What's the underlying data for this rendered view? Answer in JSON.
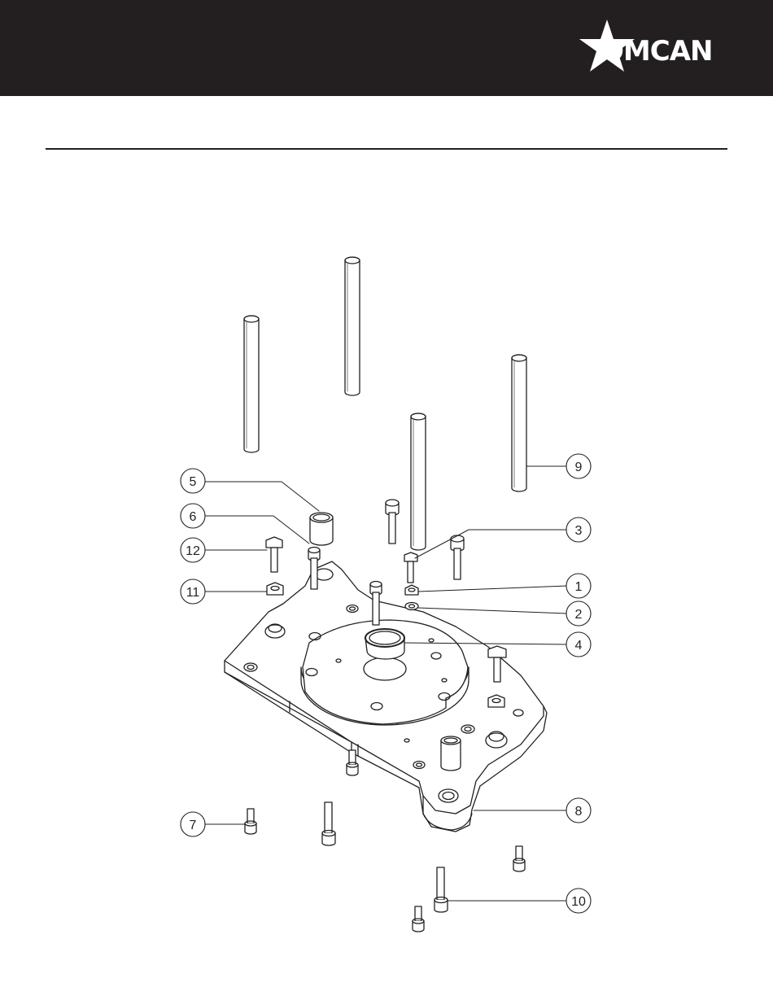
{
  "header": {
    "background": "#231f20"
  },
  "logo": {
    "text": "OMCAN",
    "icon": "star-icon",
    "color": "#ffffff"
  },
  "callouts": [
    {
      "label": "1",
      "part": "nut-small"
    },
    {
      "label": "2",
      "part": "washer"
    },
    {
      "label": "3",
      "part": "hex-bolt"
    },
    {
      "label": "4",
      "part": "center-bushing"
    },
    {
      "label": "5",
      "part": "spacer-sleeve"
    },
    {
      "label": "6",
      "part": "socket-cap-screw"
    },
    {
      "label": "7",
      "part": "small-socket-screw"
    },
    {
      "label": "8",
      "part": "base-plate"
    },
    {
      "label": "9",
      "part": "guide-rod"
    },
    {
      "label": "10",
      "part": "long-socket-screw"
    },
    {
      "label": "11",
      "part": "hex-nut"
    },
    {
      "label": "12",
      "part": "hex-head-bolt"
    }
  ]
}
